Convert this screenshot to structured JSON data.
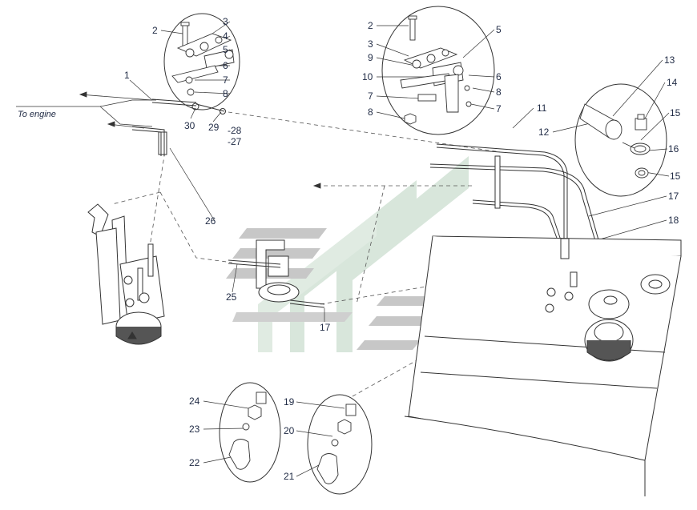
{
  "diagram": {
    "engine_label": "To engine",
    "callouts": [
      {
        "id": "c-2a",
        "text": "2"
      },
      {
        "id": "c-3a",
        "text": "3"
      },
      {
        "id": "c-4a",
        "text": "4"
      },
      {
        "id": "c-5a",
        "text": "5"
      },
      {
        "id": "c-6a",
        "text": "6"
      },
      {
        "id": "c-7a",
        "text": "7"
      },
      {
        "id": "c-8a",
        "text": "8"
      },
      {
        "id": "c-1",
        "text": "1"
      },
      {
        "id": "c-30",
        "text": "30"
      },
      {
        "id": "c-29",
        "text": "29"
      },
      {
        "id": "c-28",
        "text": "-28"
      },
      {
        "id": "c-27",
        "text": "-27"
      },
      {
        "id": "c-2b",
        "text": "2"
      },
      {
        "id": "c-3b",
        "text": "3"
      },
      {
        "id": "c-9",
        "text": "9"
      },
      {
        "id": "c-10",
        "text": "10"
      },
      {
        "id": "c-7b",
        "text": "7"
      },
      {
        "id": "c-8b",
        "text": "8"
      },
      {
        "id": "c-5b",
        "text": "5"
      },
      {
        "id": "c-6b",
        "text": "6"
      },
      {
        "id": "c-8c",
        "text": "8"
      },
      {
        "id": "c-7c",
        "text": "7"
      },
      {
        "id": "c-11",
        "text": "11"
      },
      {
        "id": "c-12",
        "text": "12"
      },
      {
        "id": "c-13",
        "text": "13"
      },
      {
        "id": "c-14",
        "text": "14"
      },
      {
        "id": "c-15a",
        "text": "15"
      },
      {
        "id": "c-16",
        "text": "16"
      },
      {
        "id": "c-15b",
        "text": "15"
      },
      {
        "id": "c-17a",
        "text": "17"
      },
      {
        "id": "c-18",
        "text": "18"
      },
      {
        "id": "c-26",
        "text": "26"
      },
      {
        "id": "c-25",
        "text": "25"
      },
      {
        "id": "c-17b",
        "text": "17"
      },
      {
        "id": "c-24",
        "text": "24"
      },
      {
        "id": "c-23",
        "text": "23"
      },
      {
        "id": "c-22",
        "text": "22"
      },
      {
        "id": "c-19",
        "text": "19"
      },
      {
        "id": "c-20",
        "text": "20"
      },
      {
        "id": "c-21",
        "text": "21"
      }
    ]
  },
  "colors": {
    "line": "#333333",
    "dashed": "#555555",
    "callout": "#1f2a44",
    "watermark_gray": "#9a9a9a",
    "watermark_green": "#b9d3bf"
  }
}
